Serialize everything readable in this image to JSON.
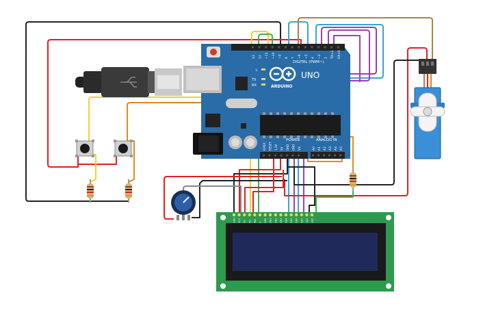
{
  "colors": {
    "arduino_board": "#2a6ca8",
    "lcd_pcb": "#2e9a4e",
    "lcd_screen": "#1f2a5a",
    "servo_body": "#3a8fd6",
    "wire_red": "#e02020",
    "wire_black": "#222222",
    "wire_yellow": "#f2d22c",
    "wire_orange": "#e08a1a",
    "wire_green": "#3bb24a",
    "wire_blue": "#35a6d8",
    "wire_purple": "#9c3fb0",
    "wire_brown": "#b0804a",
    "wire_gray": "#888888"
  },
  "arduino": {
    "brand": "ARDUINO",
    "model": "UNO",
    "digital_header": "DIGITAL (PWM~)",
    "power_label": "POWER",
    "analog_label": "ANALOG IN",
    "led_l": "L",
    "led_tx": "TX",
    "led_rx": "RX",
    "aref": "AREF",
    "gnd": "GND",
    "digital_pins": [
      "13",
      "12",
      "~11",
      "~10",
      "~9",
      "8",
      "7",
      "~6",
      "~5",
      "4",
      "~3",
      "2",
      "TX>1",
      "RX<0"
    ],
    "power_pins": [
      "IOREF",
      "RESET",
      "3.3V",
      "5V",
      "GND",
      "GND",
      "Vin"
    ],
    "analog_pins": [
      "A0",
      "A1",
      "A2",
      "A3",
      "A4",
      "A5"
    ]
  },
  "lcd": {
    "pins": [
      "GND",
      "VCC",
      "V0",
      "RS",
      "RW",
      "E",
      "DB0",
      "DB1",
      "DB2",
      "DB3",
      "DB4",
      "DB5",
      "DB6",
      "DB7",
      "LED",
      "LED"
    ]
  },
  "components": {
    "usb": "usb-cable",
    "buttons": [
      "pushbutton-1",
      "pushbutton-2"
    ],
    "resistors": [
      "resistor-1",
      "resistor-2",
      "resistor-3"
    ],
    "potentiometer": "potentiometer",
    "servo": "micro-servo"
  }
}
